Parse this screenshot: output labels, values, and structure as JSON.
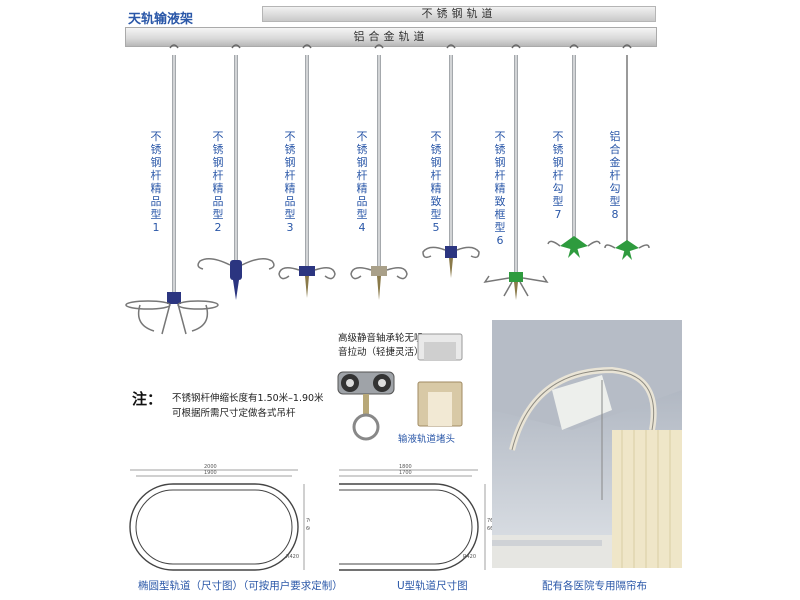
{
  "title": "天轨输液架",
  "rail_top_label": "不锈钢轨道",
  "rail_main_label": "铝合金轨道",
  "poles": [
    {
      "label": "不锈钢杆精品型1"
    },
    {
      "label": "不锈钢杆精品型2"
    },
    {
      "label": "不锈钢杆精品型3"
    },
    {
      "label": "不锈钢杆精品型4"
    },
    {
      "label": "不锈钢杆精致型5"
    },
    {
      "label": "不锈钢杆精致框型6"
    },
    {
      "label": "不锈钢杆勾型7"
    },
    {
      "label": "铝合金杆勾型8"
    }
  ],
  "note": {
    "mark": "注：",
    "line1": "不锈钢杆伸缩长度有1.50米–1.90米",
    "line2": "可根据所需尺寸定做各式吊杆"
  },
  "bearing": {
    "line1": "高级静音轴承轮无噪",
    "line2": "音拉动（轻捷灵活）"
  },
  "endcap_caption": "输液轨道堵头",
  "captions": {
    "oval": "椭圆型轨道（尺寸图）（可按用户要求定制）",
    "u": "U型轨道尺寸图",
    "curtain": "配有各医院专用隔帘布"
  },
  "drawing_dims": {
    "oval_outer": "2000",
    "oval_inner": "1900",
    "oval_height": "760",
    "oval_inner_h": "660",
    "oval_radius": "R420",
    "u_outer": "1800",
    "u_inner": "1700",
    "u_height": "760",
    "u_inner_h": "660",
    "u_radius": "R420"
  },
  "colors": {
    "title_blue": "#2a57a8",
    "pole_steel": "#b9bcbf",
    "hub_navy": "#2b3580",
    "hub_green": "#2e9b3e",
    "hub_silver": "#9a9fa6"
  }
}
